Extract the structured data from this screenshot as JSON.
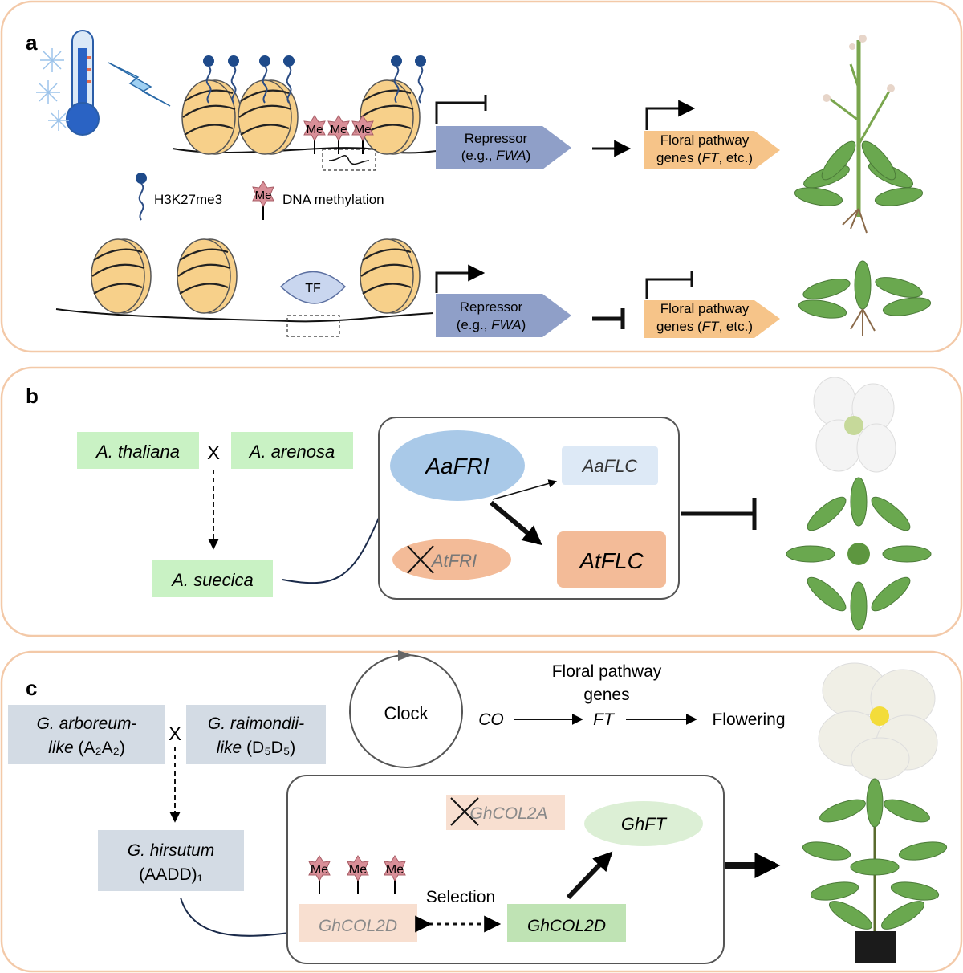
{
  "panel_a": {
    "label": "a",
    "legend_h3": "H3K27me3",
    "legend_dna": "DNA methylation",
    "me": "Me",
    "tf": "TF",
    "repressor_line1": "Repressor",
    "repressor_line2_pre": "(e.g., ",
    "repressor_gene": "FWA",
    "repressor_line2_post": ")",
    "floral_line1": "Floral pathway",
    "floral_line2_pre": "genes (",
    "floral_gene": "FT",
    "floral_line2_post": ", etc.)"
  },
  "panel_b": {
    "label": "b",
    "parent1": "A. thaliana",
    "cross": "X",
    "parent2": "A. arenosa",
    "hybrid": "A. suecica",
    "aafri": "AaFRI",
    "aaflc": "AaFLC",
    "atfri": "AtFRI",
    "atflc": "AtFLC"
  },
  "panel_c": {
    "label": "c",
    "parent1_line1": "G. arboreum-",
    "parent1_like": "like",
    "parent1_genome": "(A₂A₂)",
    "cross": "X",
    "parent2_line1": "G. raimondii-",
    "parent2_like": "like",
    "parent2_genome": "(D₅D₅)",
    "hybrid_line1": "G. hirsutum",
    "hybrid_line2": "(AADD)₁",
    "clock": "Clock",
    "pathway_line1": "Floral pathway",
    "pathway_line2": "genes",
    "co": "CO",
    "ft": "FT",
    "flowering": "Flowering",
    "ghcol2a": "GhCOL2A",
    "ghft": "GhFT",
    "selection": "Selection",
    "ghcol2d_left": "GhCOL2D",
    "ghcol2d_right": "GhCOL2D",
    "me": "Me"
  },
  "colors": {
    "panel_border": "#f3c9a8",
    "nucleosome": "#f7d08a",
    "repressor": "#8f9fc8",
    "floral": "#f6c489",
    "green_box": "#c9f2c4",
    "blue_ellipse": "#a9c9e8",
    "light_blue_box": "#dde9f6",
    "salmon": "#f3bb98",
    "gray_box": "#d3dbe4",
    "me_star": "#d98f98",
    "h3k27_dot": "#1e4a8a",
    "ghft": "#dcefd5",
    "ghcol2d_green": "#bfe3b4",
    "ghcol2d_salmon": "#f8dfd0"
  }
}
